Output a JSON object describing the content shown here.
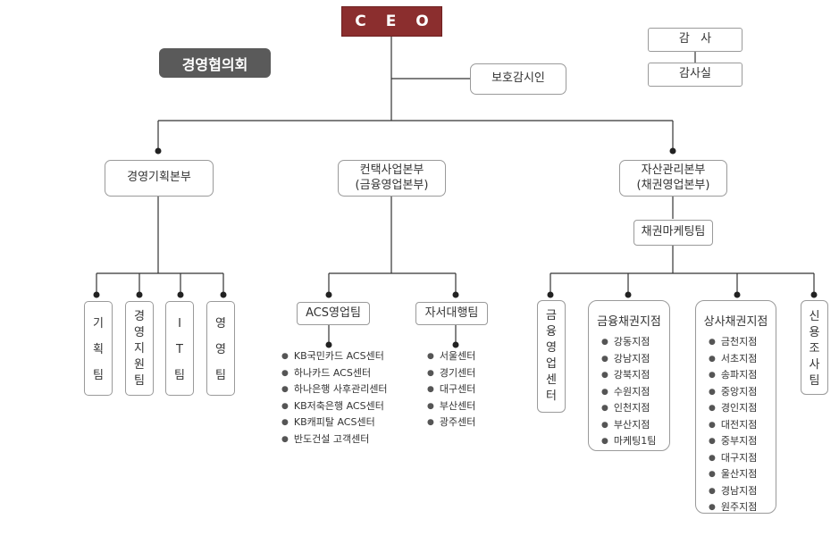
{
  "ceo": "C E O",
  "council": "경영협의회",
  "protection_officer": "보호감시인",
  "audit": {
    "auditor": "감   사",
    "office": "감사실"
  },
  "divisions": {
    "management": "경영기획본부",
    "contents": {
      "line1": "컨택사업본부",
      "line2": "(금융영업본부)"
    },
    "asset": {
      "line1": "자산관리본부",
      "line2": "(채권영업본부)"
    }
  },
  "management_teams": [
    {
      "chars": [
        "기",
        "획",
        "팀"
      ]
    },
    {
      "chars": [
        "경",
        "영",
        "지",
        "원",
        "팀"
      ]
    },
    {
      "chars": [
        "I",
        "T",
        "팀"
      ]
    },
    {
      "chars": [
        "영",
        "영",
        "팀"
      ]
    }
  ],
  "acs_team": {
    "label": "ACS영업팀",
    "centers": [
      "KB국민카드 ACS센터",
      "하나카드 ACS센터",
      "하나은행 사후관리센터",
      "KB저축은행 ACS센터",
      "KB캐피탈 ACS센터",
      "반도건설 고객센터"
    ]
  },
  "jaseo_team": {
    "label": "자서대행팀",
    "centers": [
      "서울센터",
      "경기센터",
      "대구센터",
      "부산센터",
      "광주센터"
    ]
  },
  "bond_marketing_team": "채권마케팅팀",
  "finance_sales_center": {
    "chars": [
      "금",
      "융",
      "영",
      "업",
      "센",
      "터"
    ]
  },
  "finance_bond_branch": {
    "title": "금융채권지점",
    "items": [
      "강동지점",
      "강남지점",
      "강북지점",
      "수원지점",
      "인천지점",
      "부산지점",
      "마케팅1팀"
    ]
  },
  "commercial_bond_branch": {
    "title": "상사채권지점",
    "items": [
      "금천지점",
      "서초지점",
      "송파지점",
      "중앙지점",
      "경인지점",
      "대전지점",
      "중부지점",
      "대구지점",
      "울산지점",
      "경남지점",
      "원주지점"
    ]
  },
  "credit_research_team": {
    "chars": [
      "신",
      "용",
      "조",
      "사",
      "팀"
    ]
  }
}
